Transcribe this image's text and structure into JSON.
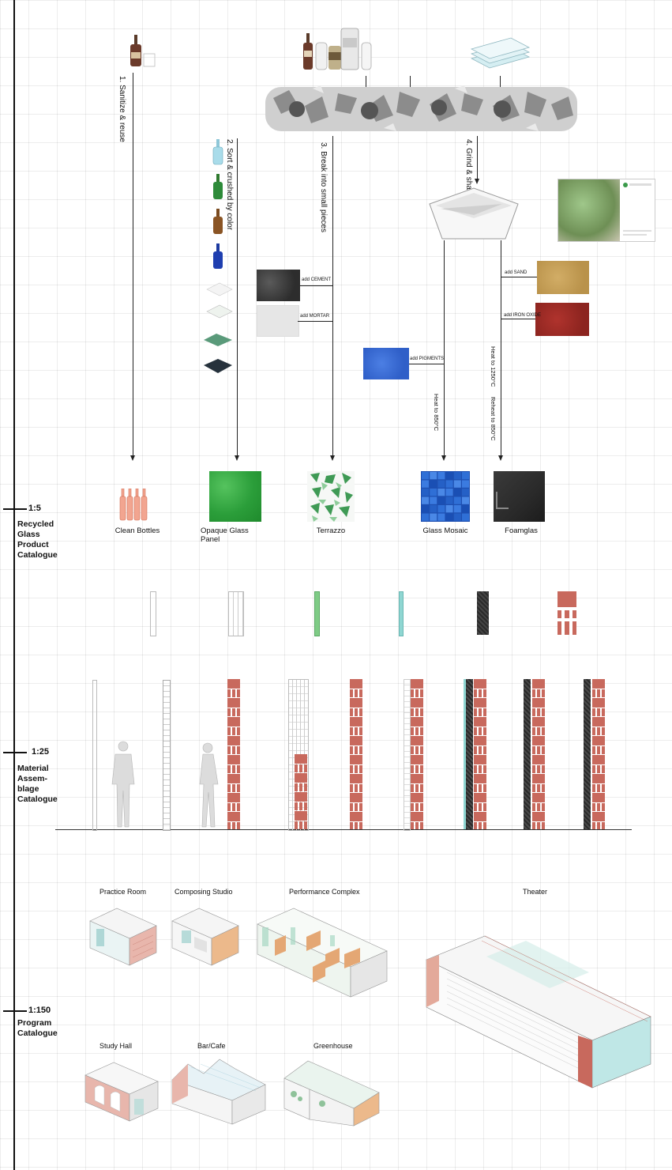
{
  "scale_labels": {
    "s1": "1:5",
    "s2": "1:25",
    "s3": "1:150"
  },
  "sections": {
    "product": "Recycled\nGlass\nProduct\nCatalogue",
    "material": "Material\nAssem-\nblage\nCatalogue",
    "program": "Program\nCatalogue"
  },
  "steps": [
    "1. Sanitize & reuse",
    "2. Sort & crushed by color",
    "3. Break into small pieces",
    "4. Grind & shake off impurity"
  ],
  "additives": {
    "cement": "add CEMENT",
    "mortar": "add MORTAR",
    "pigments": "add PIGMENTS",
    "sand": "add SAND",
    "iron": "add IRON OXIDE"
  },
  "heat": {
    "mosaic": "Heat to 850°C",
    "foam_heat": "Heat to 1250°C",
    "foam_reheat": "Reheat to 850°C"
  },
  "products": [
    {
      "label": "Clean Bottles"
    },
    {
      "label": "Opaque Glass\nPanel"
    },
    {
      "label": "Terrazzo"
    },
    {
      "label": "Glass Mosaic"
    },
    {
      "label": "Foamglas"
    }
  ],
  "programs": {
    "practice": "Practice Room",
    "composing": "Composing Studio",
    "performance": "Performance Complex",
    "theater": "Theater",
    "study": "Study Hall",
    "bar": "Bar/Cafe",
    "greenhouse": "Greenhouse"
  },
  "colors": {
    "brick": "#c8695d",
    "glass_green": "#2fa542",
    "mosaic_blue": "#1f5fc4",
    "foam_dark": "#2f2f2f",
    "sand": "#c9a45c",
    "iron": "#a5302c",
    "pigment": "#3a6fd8"
  }
}
